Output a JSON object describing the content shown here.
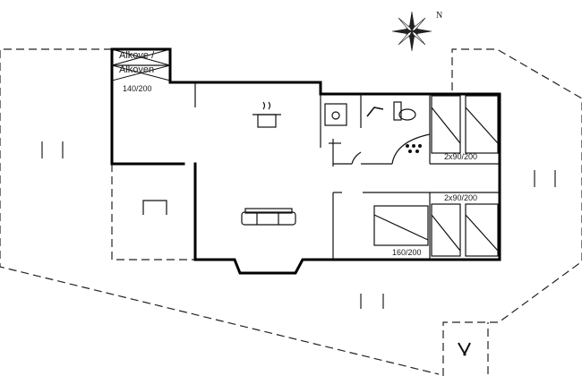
{
  "labels": {
    "alkove_line1": "Alkove /",
    "alkove_line2": "Alkoven",
    "bed_alcove": "140/200",
    "bed_upper": "2x90/200",
    "bed_lower": "2x90/200",
    "bed_double": "160/200",
    "north": "N"
  },
  "colors": {
    "wall": "#000000",
    "line": "#222222",
    "background": "#ffffff"
  },
  "icons": [
    "compass-rose-icon",
    "cooking-pot-icon",
    "sofa-icon",
    "washing-machine-icon",
    "shower-icon",
    "toilet-icon",
    "whirlpool-icon",
    "single-bed-icon",
    "double-bed-icon",
    "skis-icon"
  ]
}
